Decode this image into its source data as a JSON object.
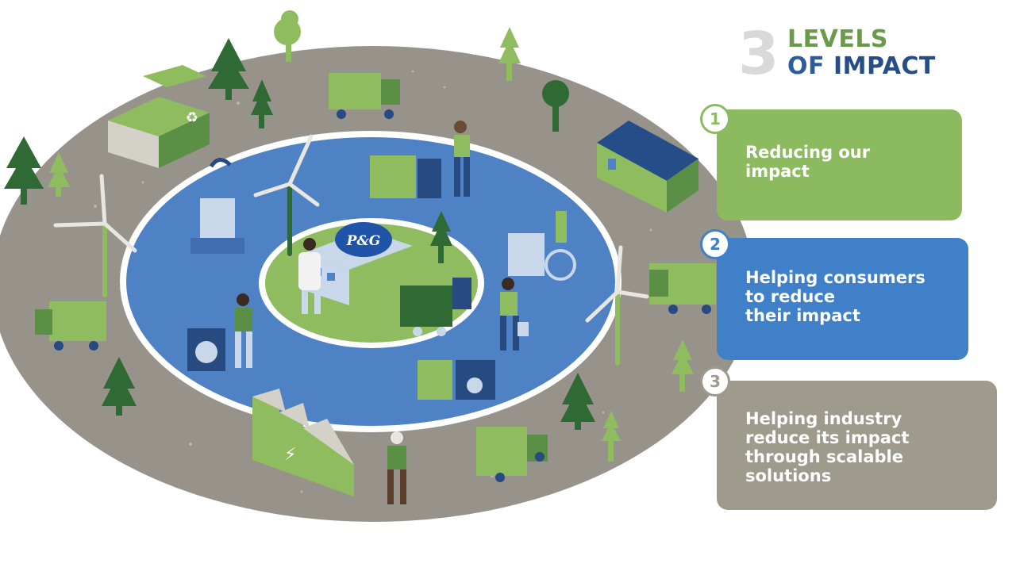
{
  "title": {
    "number": "3",
    "line1": "LEVELS",
    "line2_prefix": "OF",
    "line2_word": "IMPACT"
  },
  "brand_logo_text": "P&G",
  "levels": [
    {
      "number": "1",
      "line1": "Reducing our",
      "line2": "impact",
      "color": "#8cbb5f"
    },
    {
      "number": "2",
      "line1": "Helping consumers",
      "line2": "to reduce",
      "line3": "their impact",
      "color": "#3f80c8"
    },
    {
      "number": "3",
      "line1": "Helping industry",
      "line2": "reduce its impact",
      "line3": "through scalable",
      "line4": "solutions",
      "color": "#9e9a8c"
    }
  ],
  "colors": {
    "outer_ring": "#98938a",
    "middle_ring": "#4f82c4",
    "inner_ring": "#8fbc5e",
    "dark_green": "#2f6a35",
    "light_green": "#8fbc5e",
    "navy": "#274a80"
  },
  "icons": [
    "tree-icon",
    "wind-turbine-icon",
    "electric-truck-icon",
    "solar-panel-icon",
    "factory-icon",
    "washing-machine-icon",
    "wheelchair-icon",
    "recycling-icon",
    "shower-icon",
    "dishwasher-icon",
    "p-and-g-logo-icon"
  ]
}
